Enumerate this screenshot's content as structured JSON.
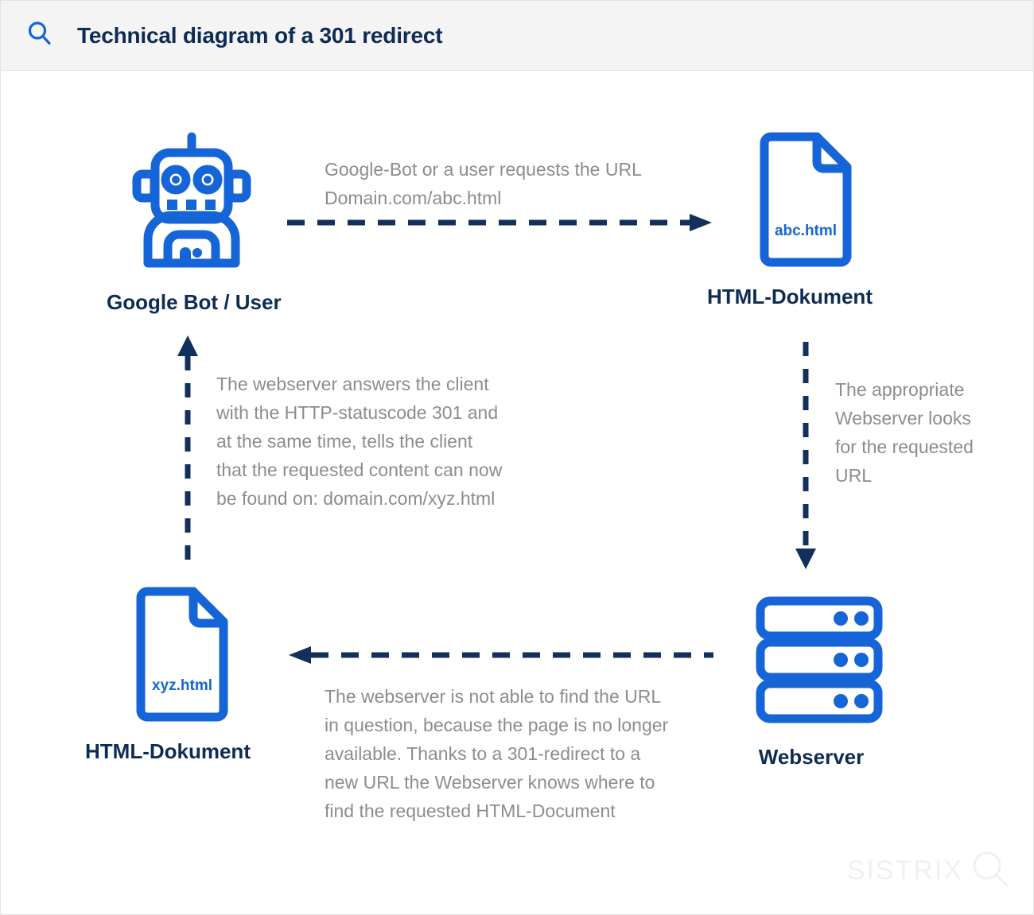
{
  "header": {
    "icon": "search-icon",
    "title": "Technical diagram of a 301 redirect"
  },
  "colors": {
    "icon_blue": "#1565d8",
    "label_navy": "#0d2c54",
    "arrow_navy": "#13305c",
    "note_gray": "#8a8d90",
    "header_bg": "#f4f4f5",
    "watermark_gray": "#f0f0f0"
  },
  "nodes": {
    "bot": {
      "icon": "robot-icon",
      "label": "Google Bot / User"
    },
    "doc_abc": {
      "icon": "html-document-icon",
      "filename": "abc.html",
      "label": "HTML-Dokument"
    },
    "webserver": {
      "icon": "server-rack-icon",
      "label": "Webserver"
    },
    "doc_xyz": {
      "icon": "html-document-icon",
      "filename": "xyz.html",
      "label": "HTML-Dokument"
    }
  },
  "notes": {
    "request": "Google-Bot or a user requests the URL\nDomain.com/abc.html",
    "lookup": "The appropriate\nWebserver looks\nfor the requested\nURL",
    "redirect": "The webserver  answers the client\nwith the HTTP-statuscode 301 and\nat the same time, tells the client\nthat the requested content can now\nbe found on: domain.com/xyz.html",
    "notfound": "The webserver is not able to find the URL\nin question, because the page is no longer\navailable. Thanks to a 301-redirect to a\nnew URL the Webserver knows where to\nfind the requested HTML-Document"
  },
  "arrows": {
    "top": {
      "name": "arrow-bot-to-document",
      "direction": "right",
      "style": "dashed"
    },
    "right": {
      "name": "arrow-document-to-webserver",
      "direction": "down",
      "style": "dashed"
    },
    "bottom": {
      "name": "arrow-webserver-to-document",
      "direction": "left",
      "style": "dashed"
    },
    "left": {
      "name": "arrow-document-to-bot",
      "direction": "up",
      "style": "dashed"
    }
  },
  "watermark": {
    "text": "SISTRIX",
    "icon": "magnifier-icon"
  }
}
